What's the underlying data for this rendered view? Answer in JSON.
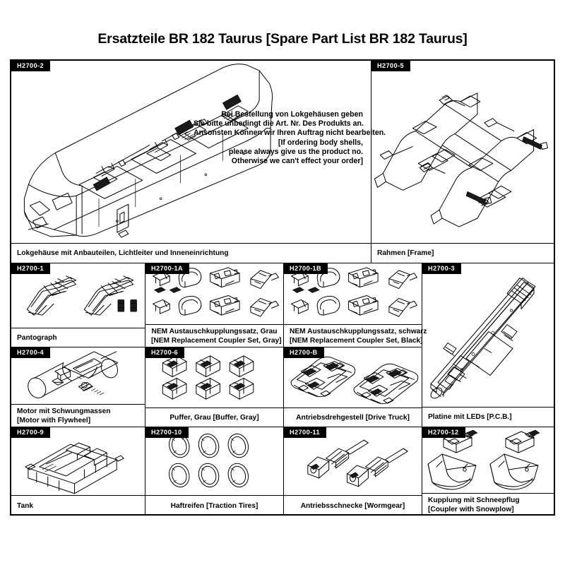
{
  "title": "Ersatzteile BR 182 Taurus [Spare Part List BR 182 Taurus]",
  "order_note": {
    "lines": [
      "Bei Bestellung von Lokgehäusen geben",
      "Sie bitte unbedingt die Art. Nr. Des Produkts an.",
      "Ansonsten Können wir Ihren Auftrag nicht bearbeiten.",
      "[If ordering body shells,",
      "please always give us the product no.",
      "Otherwise we can't effect your order]"
    ]
  },
  "parts": [
    {
      "tag": "H2700-2",
      "caption": [
        "Lokgehäuse mit Anbauteilen, Lichtleiter und Inneneinrichtung"
      ],
      "name_de": "Lokgehäuse mit Anbauteilen, Lichtleiter und Inneneinrichtung",
      "icon": "locomotive-body-shell",
      "align": "left"
    },
    {
      "tag": "H2700-5",
      "caption": [
        "Rahmen [Frame]"
      ],
      "name_de": "Rahmen",
      "name_en": "Frame",
      "icon": "chassis-frame",
      "align": "left"
    },
    {
      "tag": "H2700-1",
      "caption": [
        "Pantograph"
      ],
      "name_en": "Pantograph",
      "icon": "pantograph",
      "align": "left"
    },
    {
      "tag": "H2700-1A",
      "caption": [
        "NEM Austauschkupplungssatz, Grau",
        "[NEM Replacement Coupler Set, Gray]"
      ],
      "name_de": "NEM Austauschkupplungssatz, Grau",
      "name_en": "NEM Replacement Coupler Set, Gray",
      "icon": "coupler-set-gray",
      "align": "center"
    },
    {
      "tag": "H2700-1B",
      "caption": [
        "NEM Austauschkupplungssatz, schwarz",
        "[NEM Replacement Coupler Set, Black]"
      ],
      "name_de": "NEM Austauschkupplungssatz, schwarz",
      "name_en": "NEM Replacement Coupler Set, Black",
      "icon": "coupler-set-black",
      "align": "center"
    },
    {
      "tag": "H2700-3",
      "caption": [
        "Platine mit LEDs [P.C.B.]"
      ],
      "name_de": "Platine mit LEDs",
      "name_en": "P.C.B.",
      "icon": "circuit-board",
      "align": "left"
    },
    {
      "tag": "H2700-4",
      "caption": [
        "Motor mit Schwungmassen",
        "[Motor with Flywheel]"
      ],
      "name_de": "Motor mit Schwungmassen",
      "name_en": "Motor with Flywheel",
      "icon": "motor-flywheel",
      "align": "left"
    },
    {
      "tag": "H2700-6",
      "caption": [
        "Puffer, Grau [Buffer, Gray]"
      ],
      "name_de": "Puffer, Grau",
      "name_en": "Buffer, Gray",
      "icon": "buffers",
      "align": "center"
    },
    {
      "tag": "H2700-B",
      "caption": [
        "Antriebsdrehgestell [Drive Truck]"
      ],
      "name_de": "Antriebsdrehgestell",
      "name_en": "Drive Truck",
      "icon": "drive-truck",
      "align": "center"
    },
    {
      "tag": "H2700-9",
      "caption": [
        "Tank"
      ],
      "name_de": "Tank",
      "icon": "tank",
      "align": "left"
    },
    {
      "tag": "H2700-10",
      "caption": [
        "Haftreifen [Traction Tires]"
      ],
      "name_de": "Haftreifen",
      "name_en": "Traction Tires",
      "icon": "traction-tires",
      "align": "center"
    },
    {
      "tag": "H2700-11",
      "caption": [
        "Antriebsschnecke [Wormgear]"
      ],
      "name_de": "Antriebsschnecke",
      "name_en": "Wormgear",
      "icon": "wormgear",
      "align": "center"
    },
    {
      "tag": "H2700-12",
      "caption": [
        "Kupplung mit Schneepflug",
        "[Coupler with Snowplow]"
      ],
      "name_de": "Kupplung mit Schneepflug",
      "name_en": "Coupler with Snowplow",
      "icon": "coupler-snowplow",
      "align": "left"
    }
  ],
  "colors": {
    "ink": "#000000",
    "paper": "#ffffff",
    "tag_background": "#000000",
    "tag_text": "#ffffff"
  }
}
